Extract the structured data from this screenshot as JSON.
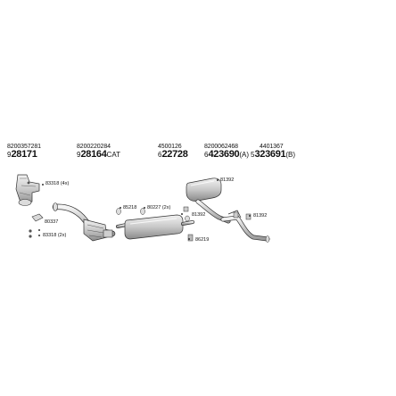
{
  "parts": [
    {
      "id": "p1",
      "oem": "8200357281",
      "pos_prefix": "9",
      "number": "28171",
      "suffix": ""
    },
    {
      "id": "p2",
      "oem": "8200220284",
      "pos_prefix": "9",
      "number": "28164",
      "suffix": "CAT"
    },
    {
      "id": "p3",
      "oem": "4500126",
      "pos_prefix": "6",
      "number": "22728",
      "suffix": ""
    },
    {
      "id": "p4",
      "oem": "8200062468",
      "pos_prefix": "6",
      "number": "423690",
      "suffix": "(A)"
    },
    {
      "id": "p5",
      "oem": "4401367",
      "pos_prefix": "5",
      "number": "323691",
      "suffix": "(B)"
    }
  ],
  "callouts": {
    "c1": "83318 (4x)",
    "c2": "80337",
    "c3": "83318 (2x)",
    "c4": "85218",
    "c5": "80227 (2x)",
    "c6": "81392",
    "c7": "81392",
    "c8": "81392",
    "c9": "86219"
  },
  "colors": {
    "line": "#333333",
    "metal_light": "#e8e8e8",
    "metal_mid": "#b9b9b9",
    "metal_dark": "#7a7a7a"
  }
}
